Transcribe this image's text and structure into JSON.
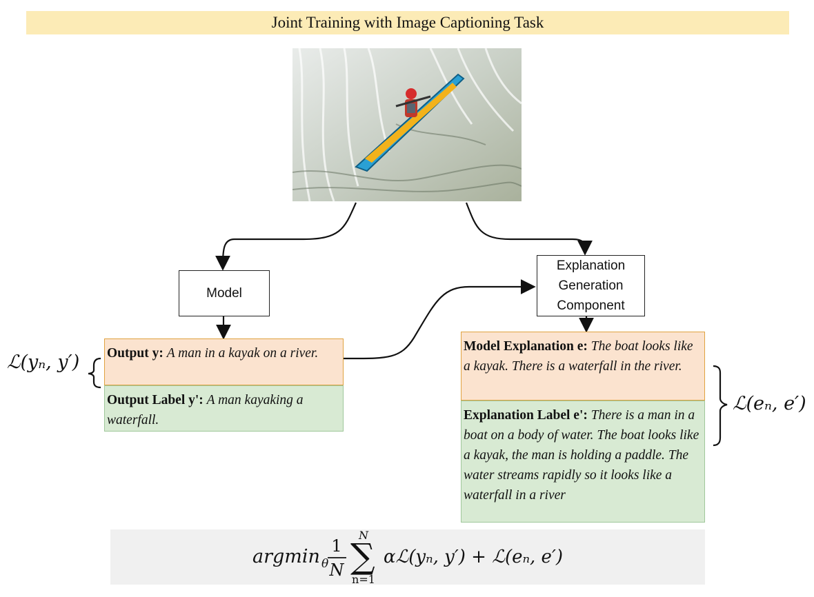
{
  "title": "Joint Training with Image Captioning Task",
  "image": {
    "icon": "kayak-waterfall-photo",
    "colors": {
      "water": "#cfd6cc",
      "boat": "#2aa0d4",
      "deck": "#f2b21b"
    }
  },
  "model_box": {
    "label": "Model"
  },
  "explanation_box": {
    "lines": [
      "Explanation",
      "Generation",
      "Component"
    ]
  },
  "output_y": {
    "label": "Output y",
    "text": "A man in a kayak on a river."
  },
  "output_label": {
    "label": "Output Label y':",
    "text": "A man kayaking a waterfall."
  },
  "model_explanation": {
    "label": "Model Explanation e:",
    "text": "The boat looks like a kayak. There is a waterfall in the river."
  },
  "explanation_label": {
    "label": "Explanation Label e':",
    "text": "There is a man in a boat on a body of water. The boat looks like a kayak, the man is holding a paddle. The water streams rapidly so it looks like a waterfall in a river"
  },
  "loss_left": "ℒ(yₙ, y′)",
  "loss_right": "ℒ(eₙ, e′)",
  "formula": {
    "prefix": "argmin",
    "subscript": "θ",
    "frac_num": "1",
    "frac_den": "N",
    "sum_top": "N",
    "sum_bottom": "n=1",
    "body": "αℒ(yₙ, y′) + ℒ(eₙ, e′)"
  },
  "colors": {
    "title_bg": "#fcebb6",
    "orange": "#fbe3cf",
    "orange_border": "#e0a23f",
    "green": "#d8ead3",
    "formula_bg": "#f0f0f0"
  }
}
